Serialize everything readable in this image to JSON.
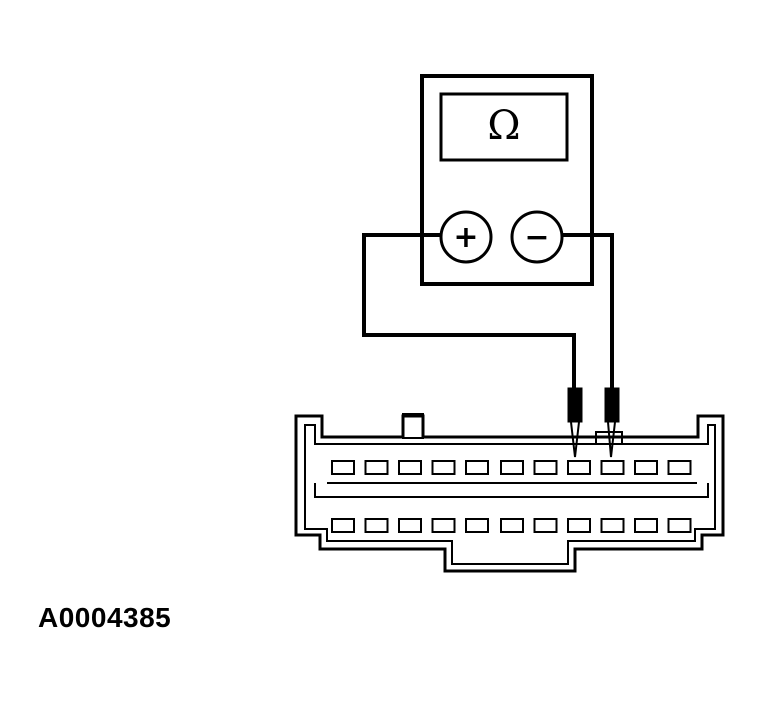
{
  "meter": {
    "display_symbol": "Ω",
    "positive_label": "+",
    "negative_label": "−"
  },
  "connector": {
    "row_pin_count": 11,
    "rows": 2
  },
  "figure_id": "A0004385"
}
